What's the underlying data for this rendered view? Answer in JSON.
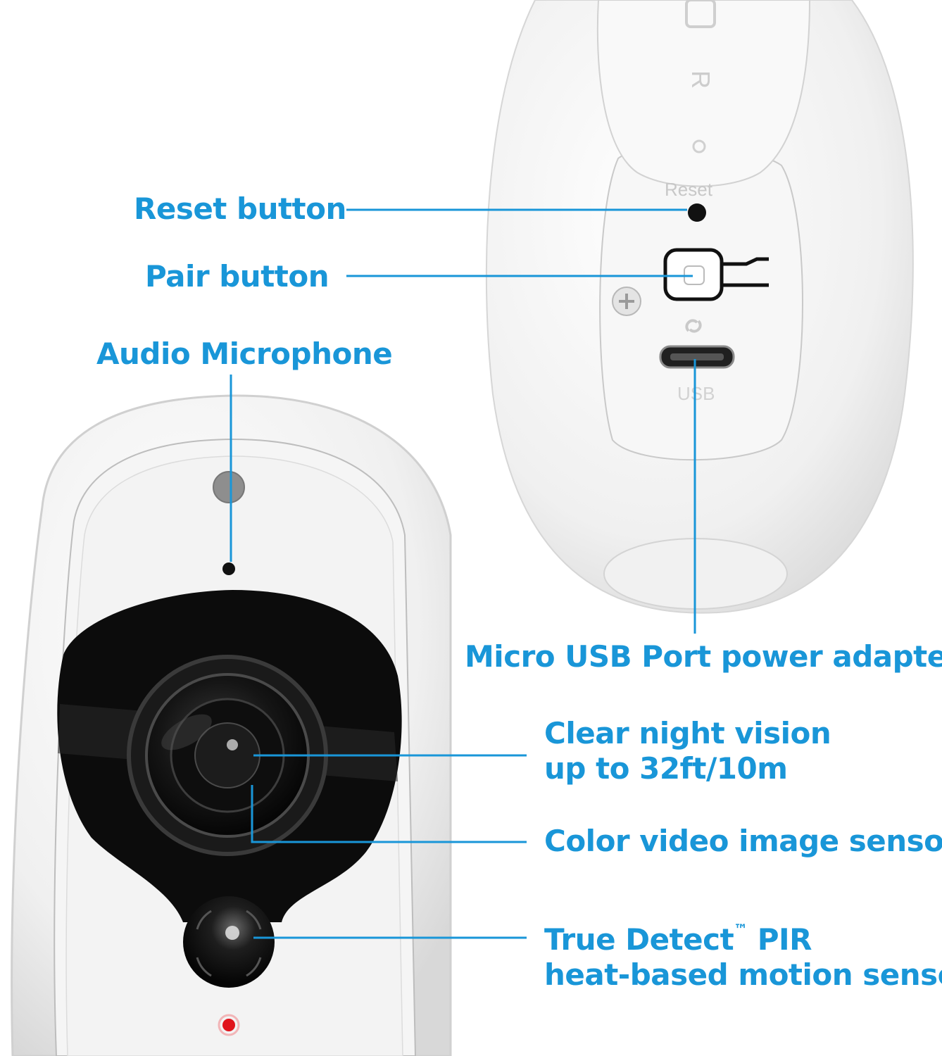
{
  "callouts": {
    "reset_button": "Reset button",
    "pair_button": "Pair button",
    "audio_microphone": "Audio Microphone",
    "micro_usb": "Micro USB Port power adapter",
    "night_vision_line1": "Clear night vision",
    "night_vision_line2": "up to 32ft/10m",
    "color_sensor": "Color video image sensor",
    "pir_line1_prefix": "True Detect",
    "pir_line1_tm": "™",
    "pir_line1_suffix": " PIR",
    "pir_line2": "heat-based motion sensor"
  },
  "device_markings": {
    "reset": "Reset",
    "usb": "USB",
    "mount_letter": "R"
  },
  "colors": {
    "callout_blue": "#1996d8",
    "camera_white": "#f4f4f4",
    "lens_black": "#0b0b0b",
    "status_led": "#e0141c"
  }
}
